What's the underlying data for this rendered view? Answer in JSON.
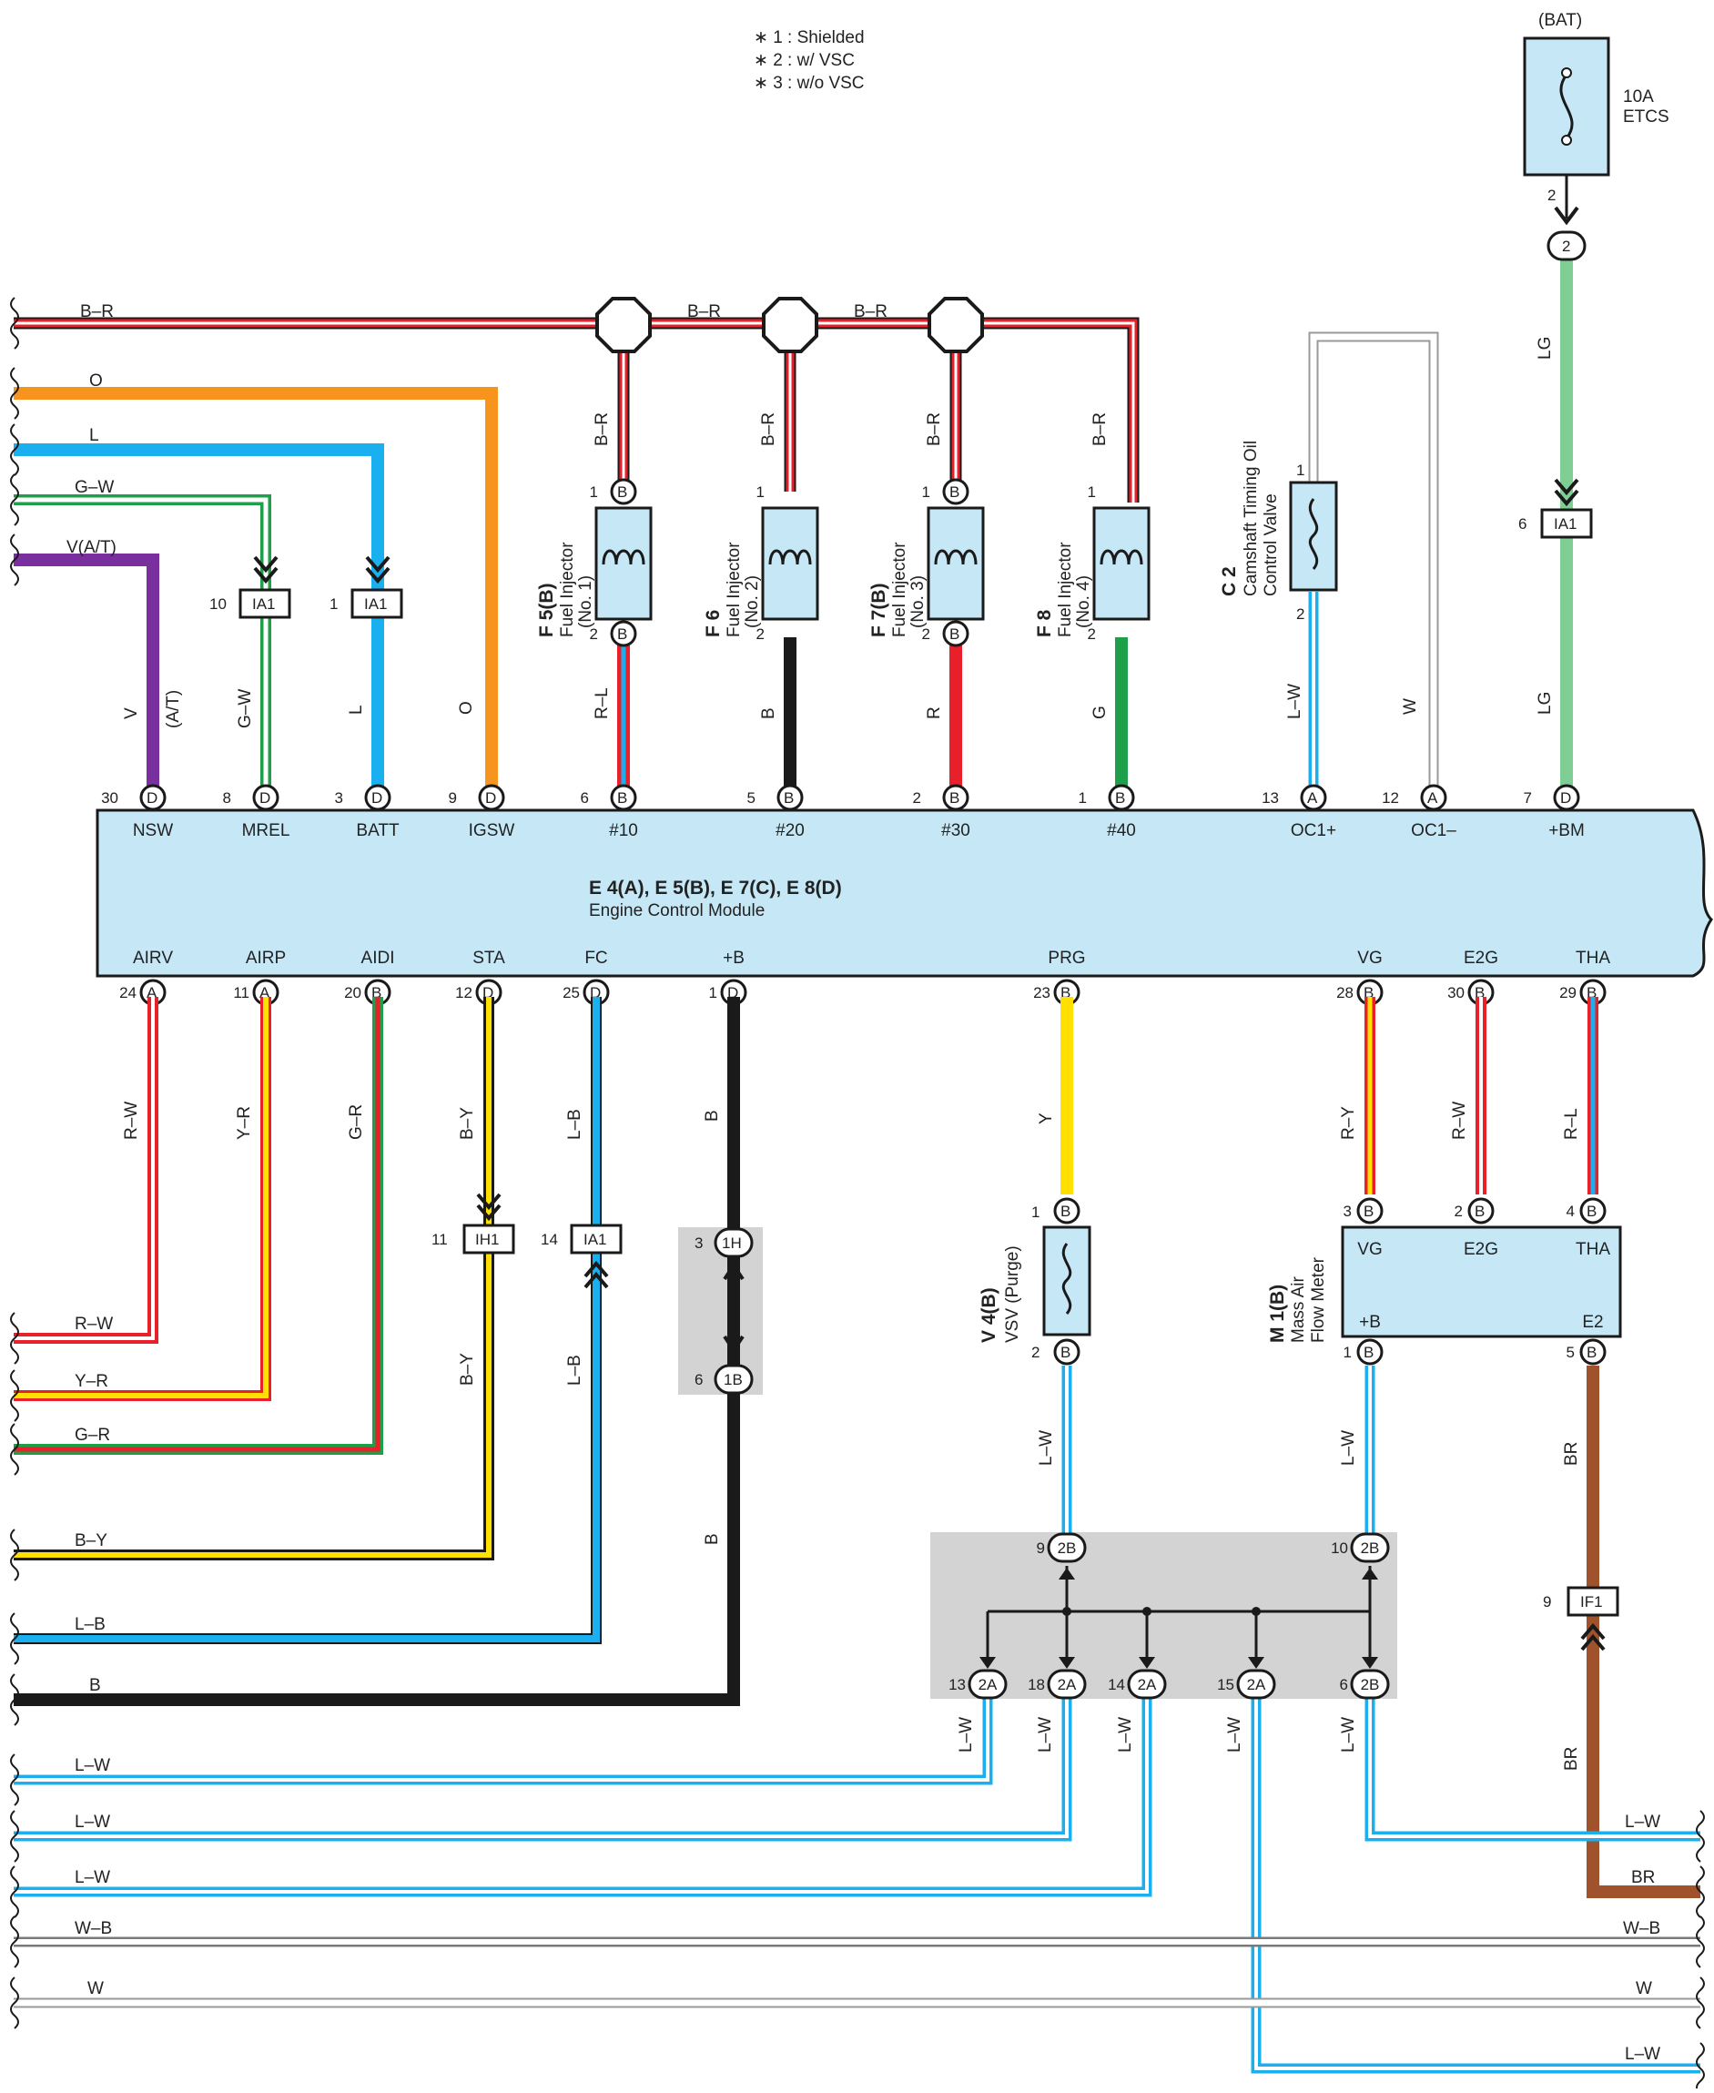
{
  "notes": [
    "∗ 1 : Shielded",
    "∗ 2 : w/ VSC",
    "∗ 3 : w/o VSC"
  ],
  "colors": {
    "B": "#1a1a1a",
    "R": "#e8202a",
    "O": "#f7941d",
    "L": "#1ab0ef",
    "G": "#1ea04a",
    "V": "#7a2f9e",
    "Y": "#ffe000",
    "LG": "#7fcf95",
    "BR": "#a0522d",
    "W": "#c8c8c8",
    "ecm_fill": "#c6e8f6",
    "component_fill": "#c6e8f6",
    "junction_fill": "#d3d3d3"
  },
  "fuse": {
    "source": "(BAT)",
    "rating": "10A",
    "name": "ETCS",
    "pin": "2",
    "connector": "2"
  },
  "ecm": {
    "code": "E 4(A), E 5(B), E 7(C), E 8(D)",
    "name": "Engine Control Module",
    "top_terminals": [
      {
        "num": "30",
        "conn": "D",
        "name": "NSW",
        "wire": "V",
        "note": "(A/T)"
      },
      {
        "num": "8",
        "conn": "D",
        "name": "MREL",
        "wire": "G–W"
      },
      {
        "num": "3",
        "conn": "D",
        "name": "BATT",
        "wire": "L"
      },
      {
        "num": "9",
        "conn": "D",
        "name": "IGSW",
        "wire": "O"
      },
      {
        "num": "6",
        "conn": "B",
        "name": "#10",
        "wire": "R–L"
      },
      {
        "num": "5",
        "conn": "B",
        "name": "#20",
        "wire": "B"
      },
      {
        "num": "2",
        "conn": "B",
        "name": "#30",
        "wire": "R"
      },
      {
        "num": "1",
        "conn": "B",
        "name": "#40",
        "wire": "G"
      },
      {
        "num": "13",
        "conn": "A",
        "name": "OC1+",
        "wire": "L–W"
      },
      {
        "num": "12",
        "conn": "A",
        "name": "OC1–",
        "wire": "W"
      },
      {
        "num": "7",
        "conn": "D",
        "name": "+BM",
        "wire": "LG"
      }
    ],
    "bottom_terminals": [
      {
        "num": "24",
        "conn": "A",
        "name": "AIRV",
        "wire": "R–W"
      },
      {
        "num": "11",
        "conn": "A",
        "name": "AIRP",
        "wire": "Y–R"
      },
      {
        "num": "20",
        "conn": "B",
        "name": "AIDI",
        "wire": "G–R"
      },
      {
        "num": "12",
        "conn": "D",
        "name": "STA",
        "wire": "B–Y"
      },
      {
        "num": "25",
        "conn": "D",
        "name": "FC",
        "wire": "L–B"
      },
      {
        "num": "1",
        "conn": "D",
        "name": "+B",
        "wire": "B"
      },
      {
        "num": "23",
        "conn": "B",
        "name": "PRG",
        "wire": "Y"
      },
      {
        "num": "28",
        "conn": "B",
        "name": "VG",
        "wire": "R–Y"
      },
      {
        "num": "30",
        "conn": "B",
        "name": "E2G",
        "wire": "R–W"
      },
      {
        "num": "29",
        "conn": "B",
        "name": "THA",
        "wire": "R–L"
      }
    ]
  },
  "injectors": [
    {
      "code": "F 5(B)",
      "name": "Fuel Injector",
      "num": "(No. 1)",
      "pin1": "1",
      "pin2": "2",
      "conn": "B",
      "top_wire": "B–R"
    },
    {
      "code": "F 6",
      "name": "Fuel Injector",
      "num": "(No. 2)",
      "pin1": "1",
      "pin2": "2",
      "conn": "",
      "top_wire": "B–R"
    },
    {
      "code": "F 7(B)",
      "name": "Fuel Injector",
      "num": "(No. 3)",
      "pin1": "1",
      "pin2": "2",
      "conn": "B",
      "top_wire": "B–R"
    },
    {
      "code": "F 8",
      "name": "Fuel Injector",
      "num": "(No. 4)",
      "pin1": "1",
      "pin2": "2",
      "conn": "",
      "top_wire": "B–R"
    }
  ],
  "ocv": {
    "code": "C 2",
    "name1": "Camshaft Timing Oil",
    "name2": "Control Valve",
    "pin1": "1",
    "pin2": "2"
  },
  "vsv": {
    "code": "V 4(B)",
    "name": "VSV (Purge)",
    "pin1": "1",
    "pin2": "2",
    "conn": "B"
  },
  "maf": {
    "code": "M 1(B)",
    "name1": "Mass Air",
    "name2": "Flow Meter",
    "pins": [
      {
        "n": "3",
        "name": "VG"
      },
      {
        "n": "2",
        "name": "E2G"
      },
      {
        "n": "4",
        "name": "THA"
      },
      {
        "n": "1",
        "name": "+B"
      },
      {
        "n": "5",
        "name": "E2"
      }
    ],
    "conn": "B"
  },
  "junction_connectors": {
    "ia1_a": {
      "pin": "10",
      "name": "IA1"
    },
    "ia1_b": {
      "pin": "1",
      "name": "IA1"
    },
    "ia1_c": {
      "pin": "6",
      "name": "IA1"
    },
    "ih1": {
      "pin": "11",
      "name": "IH1"
    },
    "ia1_d": {
      "pin": "14",
      "name": "IA1"
    },
    "if1": {
      "pin": "9",
      "name": "IF1"
    },
    "j1h": {
      "pin": "3",
      "name": "1H"
    },
    "j1b": {
      "pin": "6",
      "name": "1B"
    },
    "j2b_9": {
      "pin": "9",
      "name": "2B"
    },
    "j2b_10": {
      "pin": "10",
      "name": "2B"
    },
    "j2a_13": {
      "pin": "13",
      "name": "2A"
    },
    "j2a_18": {
      "pin": "18",
      "name": "2A"
    },
    "j2a_14": {
      "pin": "14",
      "name": "2A"
    },
    "j2a_15": {
      "pin": "15",
      "name": "2A"
    },
    "j2b_6": {
      "pin": "6",
      "name": "2B"
    }
  },
  "left_wires_top": [
    {
      "label": "B–R"
    },
    {
      "label": "O"
    },
    {
      "label": "L"
    },
    {
      "label": "G–W"
    },
    {
      "label": "V(A/T)"
    }
  ],
  "left_wires_bottom": [
    {
      "label": "R–W"
    },
    {
      "label": "Y–R"
    },
    {
      "label": "G–R"
    },
    {
      "label": "B–Y"
    },
    {
      "label": "L–B"
    },
    {
      "label": "B"
    },
    {
      "label": "L–W"
    },
    {
      "label": "L–W"
    },
    {
      "label": "L–W"
    },
    {
      "label": "W–B"
    },
    {
      "label": "W"
    }
  ],
  "right_wires_bottom": [
    {
      "label": "L–W"
    },
    {
      "label": "BR"
    },
    {
      "label": "W–B"
    },
    {
      "label": "W"
    },
    {
      "label": "L–W"
    }
  ],
  "wire_labels": {
    "br": "B–R",
    "lg": "LG",
    "lw": "L–W",
    "w": "W",
    "br_brown": "BR",
    "b": "B",
    "by": "B–Y",
    "lb": "L–B",
    "y": "Y",
    "ry": "R–Y",
    "rw": "R–W",
    "rl": "R–L",
    "yr": "Y–R",
    "gr": "G–R",
    "gw": "G–W",
    "l": "L",
    "o": "O",
    "v": "V",
    "at": "(A/T)",
    "rl_inj": "R–L",
    "r": "R",
    "g": "G"
  }
}
